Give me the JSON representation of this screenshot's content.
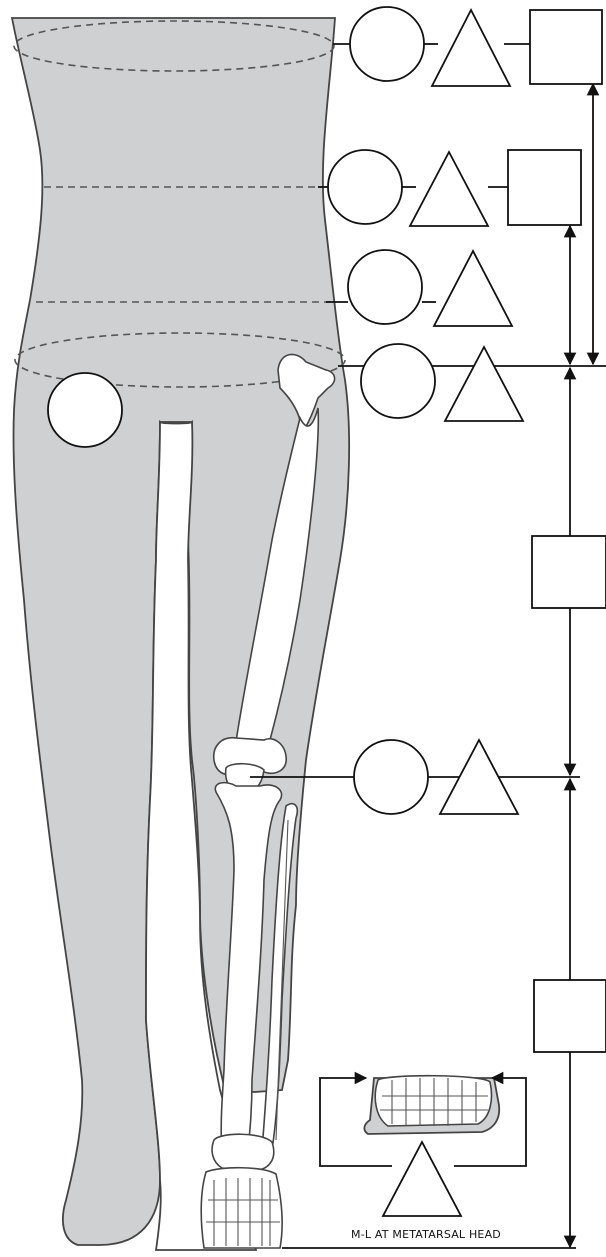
{
  "diagram": {
    "caption": "M-L AT METATARSAL HEAD",
    "measurement_levels": [
      {
        "id": "waist",
        "symbols": [
          "circle",
          "triangle",
          "square"
        ]
      },
      {
        "id": "upper-hip",
        "symbols": [
          "circle",
          "triangle",
          "square"
        ]
      },
      {
        "id": "lower-hip",
        "symbols": [
          "circle",
          "triangle"
        ]
      },
      {
        "id": "crotch",
        "symbols": [
          "circle",
          "triangle"
        ]
      },
      {
        "id": "knee",
        "symbols": [
          "circle",
          "triangle"
        ]
      },
      {
        "id": "thigh-length",
        "symbols": [
          "square"
        ]
      },
      {
        "id": "lower-leg-length",
        "symbols": [
          "square"
        ]
      },
      {
        "id": "metatarsal-head-width",
        "symbols": [
          "triangle"
        ]
      }
    ],
    "colors": {
      "body": "#cfd0d2",
      "outline": "#444444",
      "lines": "#111111",
      "bone": "#ffffff"
    }
  }
}
